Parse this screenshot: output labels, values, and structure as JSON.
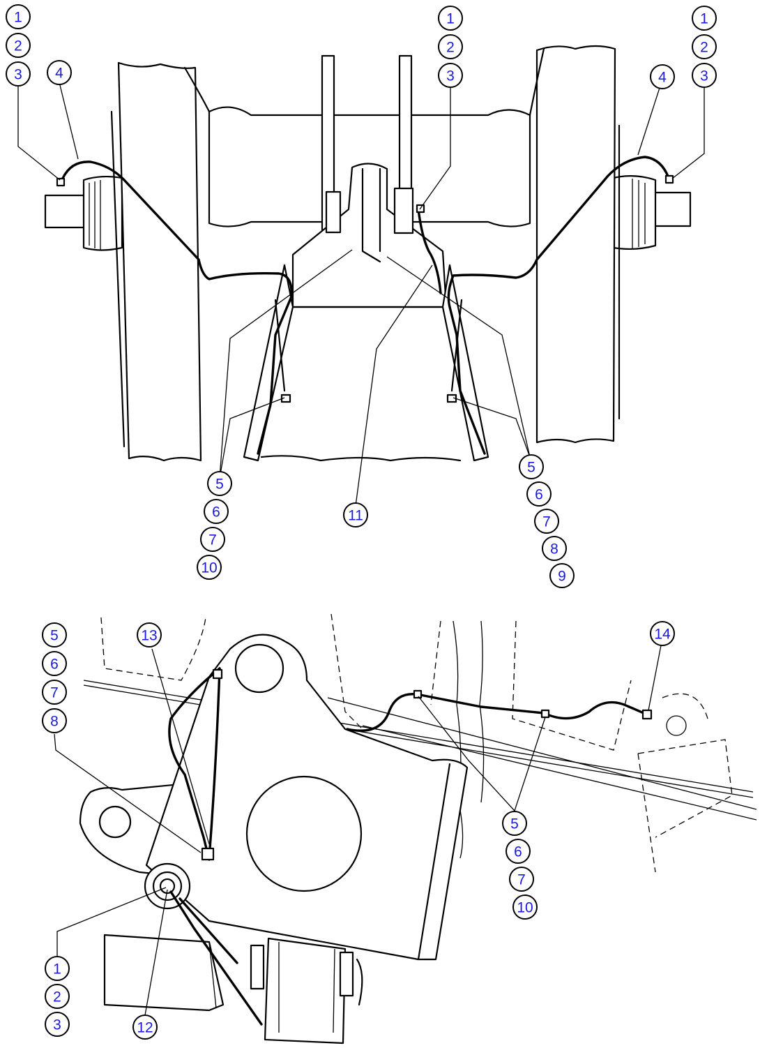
{
  "callouts": {
    "top_left": [
      "1",
      "2",
      "3"
    ],
    "top_left_hose": "4",
    "top_center": [
      "1",
      "2",
      "3"
    ],
    "top_right": [
      "1",
      "2",
      "3"
    ],
    "top_right_hose": "4",
    "mid_left": [
      "5",
      "6",
      "7",
      "10"
    ],
    "mid_center": "11",
    "mid_right": [
      "5",
      "6",
      "7",
      "8",
      "9"
    ],
    "bot_left_top": [
      "5",
      "6",
      "7",
      "8"
    ],
    "bot_13": "13",
    "bot_14": "14",
    "bot_right_mid": [
      "5",
      "6",
      "7",
      "10"
    ],
    "bot_left_bottom": [
      "1",
      "2",
      "3"
    ],
    "bot_12": "12"
  }
}
